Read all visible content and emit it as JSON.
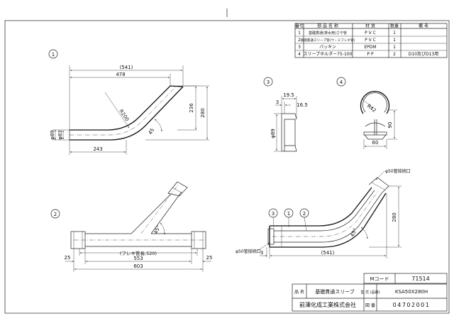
{
  "parts_table": {
    "headers": [
      "番号",
      "部 品 名 称",
      "材 質",
      "数量",
      "備 考"
    ],
    "rows": [
      {
        "no": "1",
        "name": "基礎貫通(排水用)さや管",
        "material": "P V C",
        "qty": "1",
        "note": ""
      },
      {
        "no": "2",
        "name": "基礎貫通スリーブ管(ウ・ミフレキ管)",
        "material": "P V C",
        "qty": "1",
        "note": ""
      },
      {
        "no": "3",
        "name": "パッキン",
        "material": "EPDM",
        "qty": "1",
        "note": ""
      },
      {
        "no": "4",
        "name": "スリーブホルダー75-100",
        "material": "P P",
        "qty": "2",
        "note": "D10及びD13用"
      }
    ]
  },
  "view1": {
    "label": "1",
    "dims": {
      "overall": "(541)",
      "top": "478",
      "bottom": "243",
      "radius": "R200",
      "angle": "45",
      "right_inner": "236",
      "right_outer": "280",
      "od_outer": "φ89",
      "od_inner": "φ83"
    }
  },
  "view2": {
    "label": "2",
    "dims": {
      "angle": "45°",
      "flex_length": "(フレキ管長:520)",
      "inner": "553",
      "outer": "603",
      "left_end": "25",
      "right_end": "25"
    }
  },
  "view3": {
    "label": "3",
    "dims": {
      "width": "19.5",
      "left": "3",
      "right": "16.5",
      "height": "φ89"
    }
  },
  "view4": {
    "label": "4",
    "dims": {
      "radius": "R42",
      "height": "90",
      "width": "60"
    }
  },
  "assembly": {
    "callouts": [
      "3",
      "1",
      "2"
    ],
    "labels": {
      "top_right": "φ50管接続口",
      "bottom_left": "φ50管接続口",
      "angle": "45°",
      "height": "280",
      "length": "(541)",
      "left_offset": "3"
    }
  },
  "title_block": {
    "code_label": "Mコード",
    "code": "71514",
    "name_label": "品 名",
    "name": "基礎貫通スリーブ",
    "model_label": "型 式 (品番)",
    "model": "KSA50X280H",
    "company": "前澤化成工業株式会社",
    "drawing_label": "図 番",
    "drawing_no": "04702001"
  }
}
